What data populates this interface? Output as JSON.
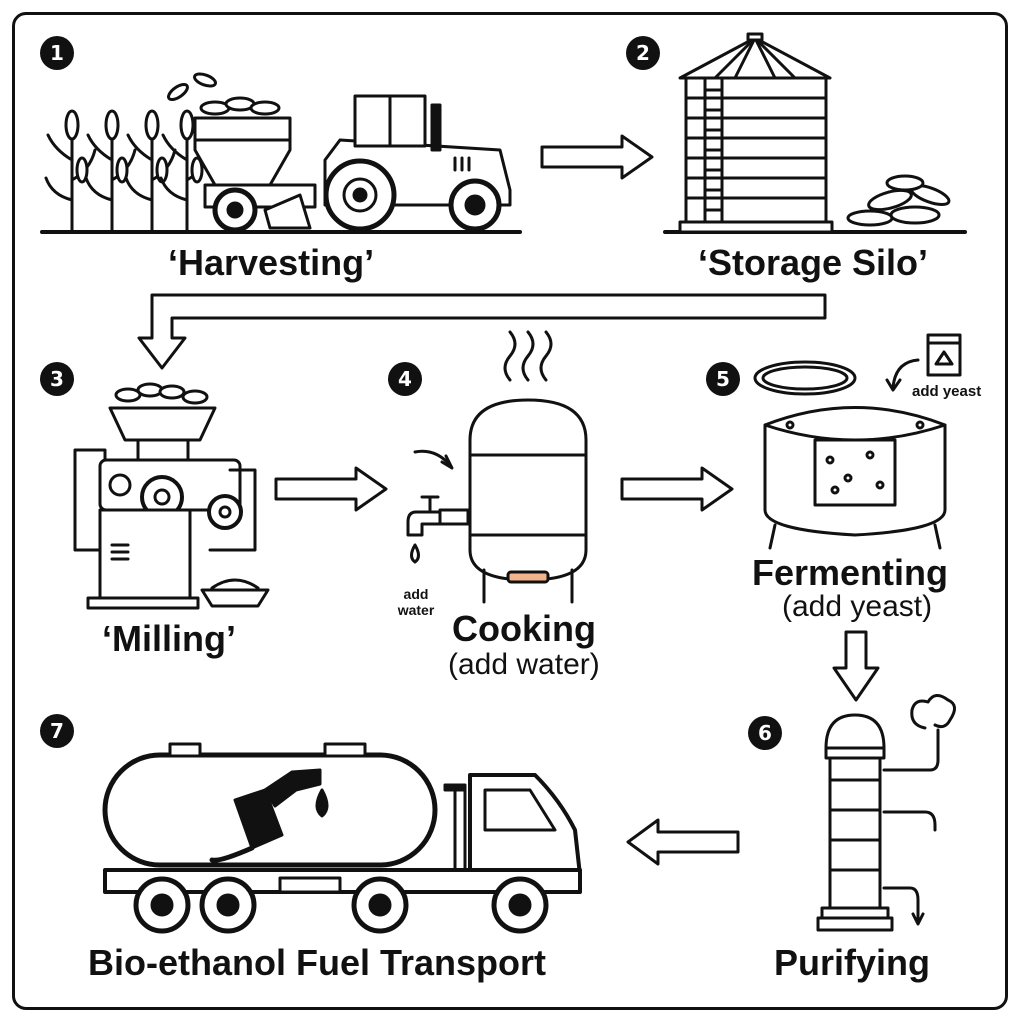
{
  "steps": [
    {
      "number": "1",
      "label": "‘Harvesting’"
    },
    {
      "number": "2",
      "label": "‘Storage Silo’"
    },
    {
      "number": "3",
      "label": "‘Milling’"
    },
    {
      "number": "4",
      "label": "Cooking",
      "sublabel": "(add water)",
      "note": "add water"
    },
    {
      "number": "5",
      "label": "Fermenting",
      "sublabel": "(add yeast)",
      "note": "add yeast"
    },
    {
      "number": "6",
      "label": "Purifying"
    },
    {
      "number": "7",
      "label": "Bio-ethanol Fuel Transport"
    }
  ],
  "icons": [
    "corn-field-icon",
    "tractor-harvester-icon",
    "silo-icon",
    "corn-pile-icon",
    "mill-icon",
    "cooking-tank-icon",
    "water-tap-icon",
    "fermenting-vat-icon",
    "yeast-bag-icon",
    "distillation-column-icon",
    "tanker-truck-icon",
    "fuel-nozzle-icon"
  ],
  "colors": {
    "ink": "#111111",
    "heater": "#f2b48c"
  }
}
